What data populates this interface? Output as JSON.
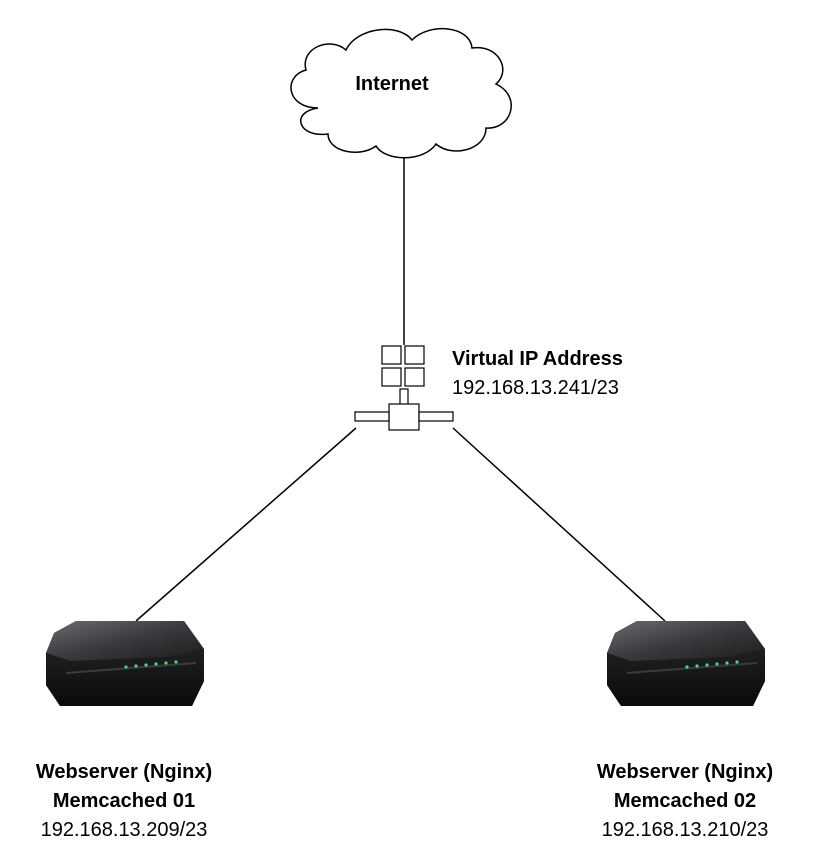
{
  "internet": {
    "label": "Internet"
  },
  "virtual_ip": {
    "title": "Virtual IP Address",
    "address": "192.168.13.241/23"
  },
  "servers": [
    {
      "line1": "Webserver (Nginx)",
      "line2": "Memcached 01",
      "address": "192.168.13.209/23"
    },
    {
      "line1": "Webserver (Nginx)",
      "line2": "Memcached 02",
      "address": "192.168.13.210/23"
    }
  ],
  "colors": {
    "line": "#000000",
    "cloud_fill": "#ffffff",
    "device_body": "#2b2b2d",
    "led": "#3fe07a"
  }
}
